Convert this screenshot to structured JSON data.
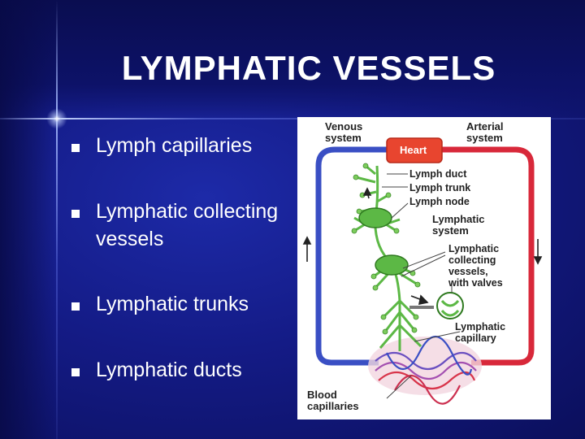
{
  "slide": {
    "title": "LYMPHATIC VESSELS",
    "bullets": [
      {
        "text": "Lymph capillaries"
      },
      {
        "text": "Lymphatic collecting vessels"
      },
      {
        "text": "Lymphatic trunks"
      },
      {
        "text": "Lymphatic ducts"
      }
    ]
  },
  "diagram": {
    "labels": {
      "venous_line1": "Venous",
      "venous_line2": "system",
      "arterial_line1": "Arterial",
      "arterial_line2": "system",
      "heart": "Heart",
      "lymph_duct": "Lymph duct",
      "lymph_trunk": "Lymph trunk",
      "lymph_node": "Lymph node",
      "lymphatic_system_line1": "Lymphatic",
      "lymphatic_system_line2": "system",
      "collecting_line1": "Lymphatic",
      "collecting_line2": "collecting",
      "collecting_line3": "vessels,",
      "collecting_line4": "with valves",
      "capillary_line1": "Lymphatic",
      "capillary_line2": "capillary",
      "blood_line1": "Blood",
      "blood_line2": "capillaries"
    },
    "colors": {
      "venous": "#3a4fc4",
      "arterial": "#d8283a",
      "heart": "#e8452f",
      "lymph": "#5cb845"
    }
  }
}
